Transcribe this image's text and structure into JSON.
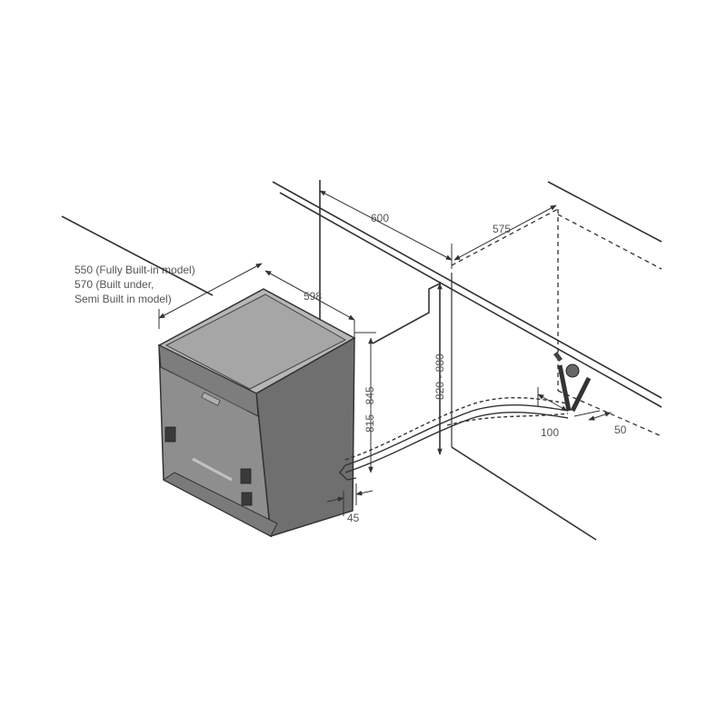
{
  "note": {
    "line1": "550 (Fully Built-in model)",
    "line2": "570 (Built under,",
    "line3": "Semi Built in model)"
  },
  "dimensions": {
    "width_unit": "598",
    "cabinet_width": "600",
    "cabinet_depth": "575",
    "unit_height": "815 - 845",
    "cabinet_height": "820 - 880",
    "offset": "45",
    "hose_distance": "100",
    "hose_width": "50"
  },
  "colors": {
    "line": "#333333",
    "appliance_body": "#8e8e8e",
    "appliance_top": "#b7b7b7",
    "appliance_side": "#6f6f6f",
    "text": "#555555"
  }
}
